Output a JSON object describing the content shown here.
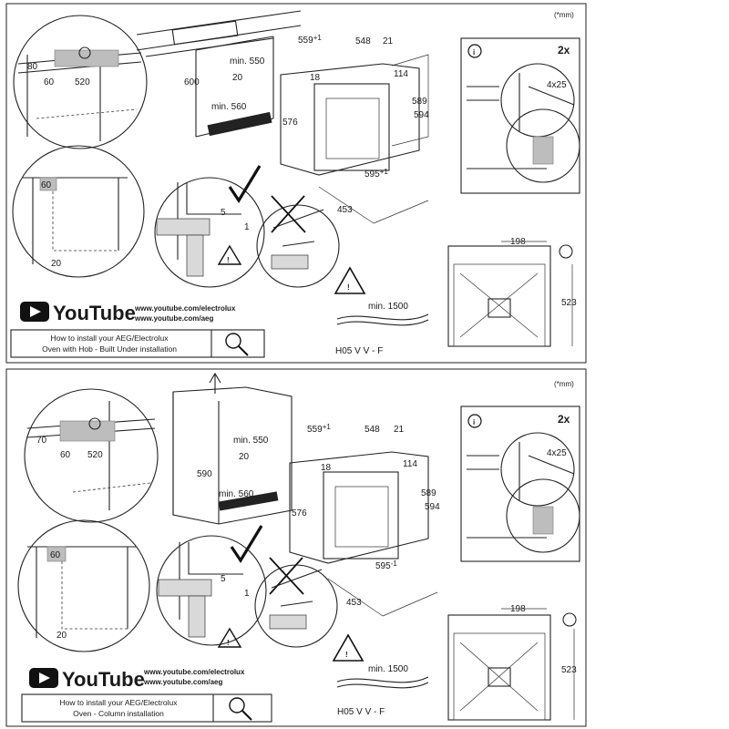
{
  "panels": [
    {
      "unit_note": "(*mm)",
      "video_caption_line1": "How to install your AEG/Electrolux",
      "video_caption_line2": "Oven with Hob - Built Under installation",
      "niche_dims": {
        "top_gap": "80",
        "depth_small": "60",
        "depth": "520",
        "height": "600",
        "min_width": "min. 550",
        "side_gap": "20",
        "min_depth": "min. 560"
      },
      "detail_dims": {
        "vent": "60",
        "base": "20",
        "gap": "5",
        "gap2": "1"
      },
      "oven_dims": {
        "w_top": "559",
        "w_top_sup": "+1",
        "depth": "548",
        "door": "21",
        "top_trim": "18",
        "panel": "114",
        "front_h": "576",
        "h1": "589",
        "h2": "594",
        "bottom_w": "595",
        "bottom_w_sup": "+1",
        "side_d": "453"
      },
      "info_badge": "i",
      "screw_count": "2x",
      "screw_size": "4x25",
      "cable_min": "min. 1500",
      "cable_type": "H05 V V - F",
      "wiring_dims": {
        "width": "198",
        "height": "523"
      },
      "urls": [
        "www.youtube.com/electrolux",
        "www.youtube.com/aeg"
      ]
    },
    {
      "unit_note": "(*mm)",
      "video_caption_line1": "How to install your AEG/Electrolux",
      "video_caption_line2": "Oven - Column installation",
      "niche_dims": {
        "top_gap": "70",
        "depth_small": "60",
        "depth": "520",
        "height": "590",
        "min_width": "min. 550",
        "side_gap": "20",
        "min_depth": "min. 560"
      },
      "detail_dims": {
        "vent": "60",
        "base": "20",
        "gap": "5",
        "gap2": "1"
      },
      "oven_dims": {
        "w_top": "559",
        "w_top_sup": "+1",
        "depth": "548",
        "door": "21",
        "top_trim": "18",
        "panel": "114",
        "front_h": "576",
        "h1": "589",
        "h2": "594",
        "bottom_w": "595",
        "bottom_w_sup": "-1",
        "side_d": "453"
      },
      "info_badge": "i",
      "screw_count": "2x",
      "screw_size": "4x25",
      "cable_min": "min. 1500",
      "cable_type": "H05 V V - F",
      "wiring_dims": {
        "width": "198",
        "height": "523"
      },
      "urls": [
        "www.youtube.com/electrolux",
        "www.youtube.com/aeg"
      ]
    }
  ],
  "youtube_logo_text": "YouTube",
  "colors": {
    "ink": "#222222",
    "youtube_red": "#111111",
    "hatch": "#bdbdbd"
  }
}
